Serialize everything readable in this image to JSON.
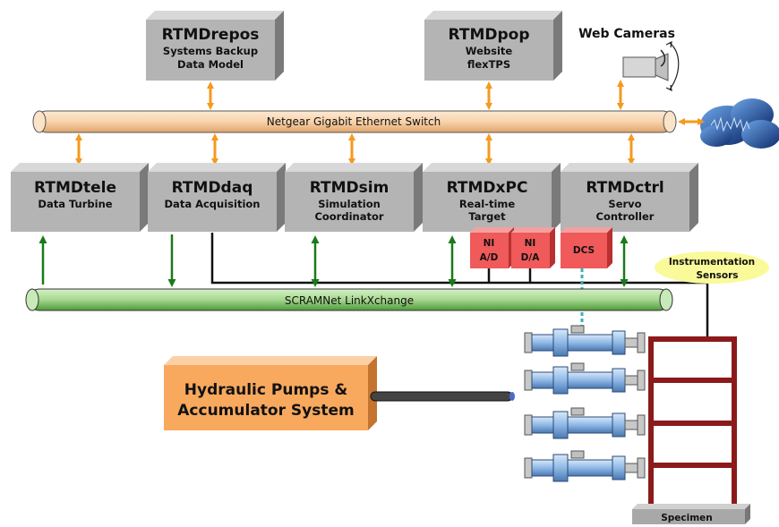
{
  "servers_top": [
    {
      "title": "RTMDrepos",
      "lines": [
        "Systems Backup",
        "Data Model"
      ]
    },
    {
      "title": "RTMDpop",
      "lines": [
        "Website",
        "flexTPS"
      ]
    }
  ],
  "servers_mid": [
    {
      "title": "RTMDtele",
      "lines": [
        "Data Turbine"
      ]
    },
    {
      "title": "RTMDdaq",
      "lines": [
        "Data Acquisition"
      ]
    },
    {
      "title": "RTMDsim",
      "lines": [
        "Simulation",
        "Coordinator"
      ]
    },
    {
      "title": "RTMDxPC",
      "lines": [
        "Real-time",
        "Target"
      ]
    },
    {
      "title": "RTMDctrl",
      "lines": [
        "Servo",
        "Controller"
      ]
    }
  ],
  "ethernet_label": "Netgear Gigabit Ethernet Switch",
  "scramnet_label": "SCRAMNet LinkXchange",
  "web_cameras_label": "Web Cameras",
  "io_cards": [
    {
      "lines": [
        "NI",
        "A/D"
      ]
    },
    {
      "lines": [
        "NI",
        "D/A"
      ]
    },
    {
      "lines": [
        "DCS"
      ]
    }
  ],
  "sensors_label": [
    "Instrumentation",
    "Sensors"
  ],
  "hydraulics_label": [
    "Hydraulic Pumps &",
    "Accumulator System"
  ],
  "specimen_label": "Specimen",
  "colors": {
    "server_face": "#b4b4b4",
    "server_side": "#7a7a7a",
    "server_top": "#d8d8d8",
    "ethernet_pipe": "#f6d5b0",
    "scramnet_pipe": "#a8d79a",
    "orange_arrow": "#f49a1e",
    "green_arrow": "#1a7a1a",
    "io_red": "#f05a5a",
    "sensor_yellow": "#fafa9a",
    "hydraulic_orange": "#f8a95e",
    "frame_red": "#8c1a1a",
    "actuator_blue": "#8fb8e6"
  }
}
